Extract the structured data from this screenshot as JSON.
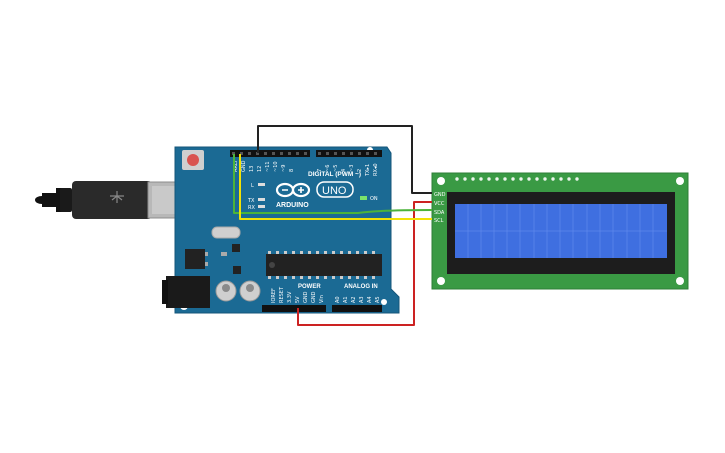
{
  "board": {
    "name": "Arduino Uno",
    "brand_text": "ARDUINO",
    "model_text": "UNO",
    "digital_header_label": "DIGITAL (PWM ~)",
    "power_label": "POWER",
    "analog_label": "ANALOG IN",
    "on_label": "ON",
    "led_labels": {
      "l": "L",
      "tx": "TX",
      "rx": "RX"
    },
    "top_pins": [
      "AREF",
      "GND",
      "13",
      "12",
      "~11",
      "~10",
      "~9",
      "8",
      "7",
      "~6",
      "~5",
      "4",
      "~3",
      "2",
      "TX▸1",
      "RX◂0"
    ],
    "power_pins": [
      "IOREF",
      "RESET",
      "3.3V",
      "5V",
      "GND",
      "GND",
      "Vin"
    ],
    "analog_pins": [
      "A0",
      "A1",
      "A2",
      "A3",
      "A4",
      "A5"
    ]
  },
  "lcd": {
    "name": "LCD 16x2 I2C",
    "pins": [
      "GND",
      "VCC",
      "SDA",
      "SCL"
    ]
  },
  "colors": {
    "board": "#1b6a94",
    "board_edge": "#14567a",
    "lcd_pcb": "#3a9a44",
    "lcd_screen": "#3f6fe0",
    "wire_gnd": "#222222",
    "wire_vcc": "#cc2222",
    "wire_sda": "#4bb33a",
    "wire_scl": "#f2e205"
  },
  "icons": [
    "usb-cable-icon",
    "reset-button-icon",
    "arduino-logo-icon"
  ]
}
